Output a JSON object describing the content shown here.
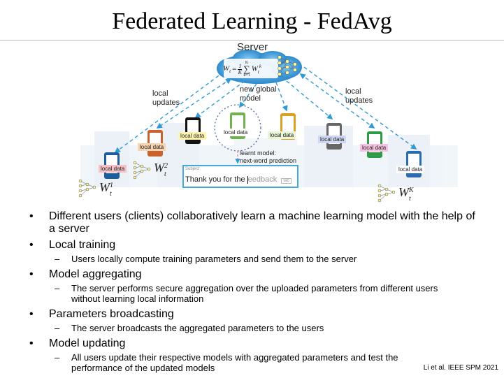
{
  "slide": {
    "title": "Federated Learning - FedAvg",
    "citation": "Li et al. IEEE SPM 2021"
  },
  "diagram": {
    "server_label": "Server",
    "formula": {
      "lhs": "W",
      "lhs_sub": "t",
      "frac_num": "1",
      "frac_den": "K",
      "sum_top": "K",
      "sum_bottom": "k=1",
      "rhs": "W",
      "rhs_sub": "t",
      "rhs_sup": "k"
    },
    "local_updates_left": [
      "local",
      "updates"
    ],
    "local_updates_right": [
      "local",
      "updates"
    ],
    "new_global_model": [
      "new global",
      "model"
    ],
    "learnt_model": [
      "learnt model:",
      "next-word prediction"
    ],
    "local_data_label": "local data",
    "input_box": {
      "subject": "Subject",
      "text_before": "Thank you for the ",
      "text_after": "eedback",
      "tab": "tab"
    },
    "weights": {
      "w1": {
        "base": "W",
        "sub": "t",
        "sup": "1"
      },
      "w2": {
        "base": "W",
        "sub": "t",
        "sup": "2"
      },
      "wk": {
        "base": "W",
        "sub": "t",
        "sup": "K"
      }
    },
    "colors": {
      "cloud": "#2a8fd4",
      "arrow": "#2e9bd6",
      "local_data_bg": "#f4c2c6",
      "local_data_bg_alt": "#cdd7f2"
    }
  },
  "bullets": [
    {
      "text": "Different users (clients) collaboratively learn a machine learning model with the help of a server",
      "sub": []
    },
    {
      "text": "Local training",
      "sub": [
        "Users locally compute training parameters and send them to the server"
      ]
    },
    {
      "text": "Model aggregating",
      "sub": [
        "The server performs secure aggregation over the uploaded parameters from different users without learning local information"
      ]
    },
    {
      "text": "Parameters broadcasting",
      "sub": [
        "The server broadcasts the aggregated parameters to the users"
      ]
    },
    {
      "text": "Model updating",
      "sub": [
        "All users update their respective models with aggregated parameters and test the performance of the updated models"
      ]
    }
  ]
}
